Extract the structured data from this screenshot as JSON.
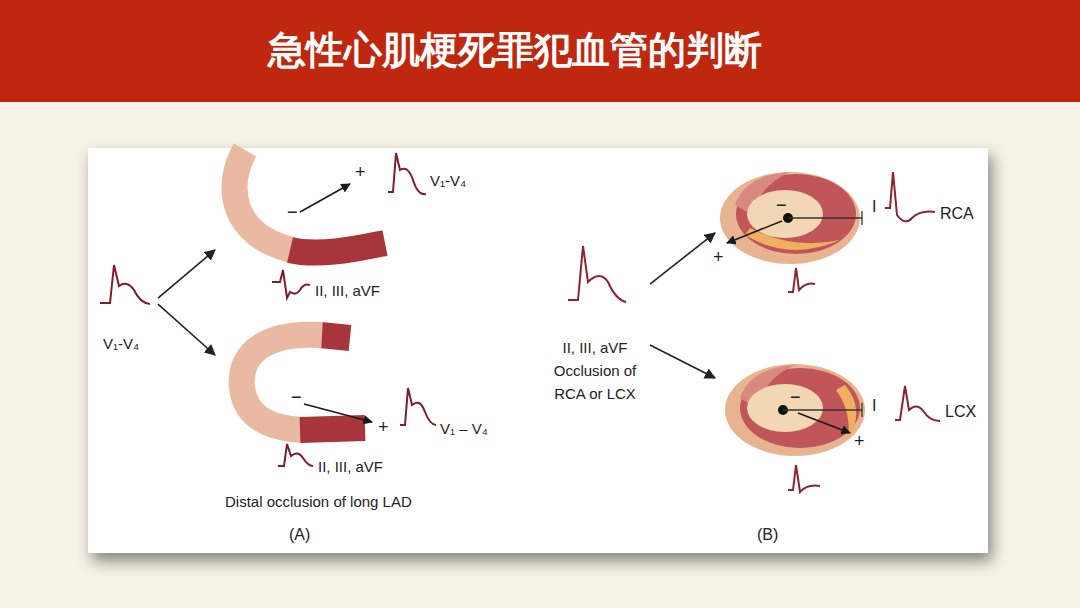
{
  "diagram": {
    "title": "急性心肌梗死罪犯血管的判断",
    "nodes": [
      {
        "text": [
          "V₁-V₄"
        ]
      },
      {
        "text": [
          "V₁-V₄",
          "II, III, aVF"
        ]
      },
      {
        "text": [
          "V₁ – V₄",
          "II, III, aVF",
          "Distal occlusion of long LAD"
        ]
      },
      {
        "text": [
          "II, III, aVF Occlusion of RCA or LCX"
        ]
      },
      {
        "text": [
          "I",
          "RCA"
        ]
      },
      {
        "text": [
          "I",
          "LCX"
        ]
      }
    ],
    "edges": [
      {
        "from": 0,
        "to": 1,
        "arrow": "to"
      },
      {
        "from": 0,
        "to": 2,
        "arrow": "to"
      },
      {
        "from": 3,
        "to": 4,
        "arrow": "to"
      },
      {
        "from": 3,
        "to": 5,
        "arrow": "to"
      }
    ],
    "labels": [
      "−",
      "+",
      "−",
      "+",
      "(A)",
      "−",
      "+",
      "−",
      "+",
      "(B)"
    ]
  }
}
